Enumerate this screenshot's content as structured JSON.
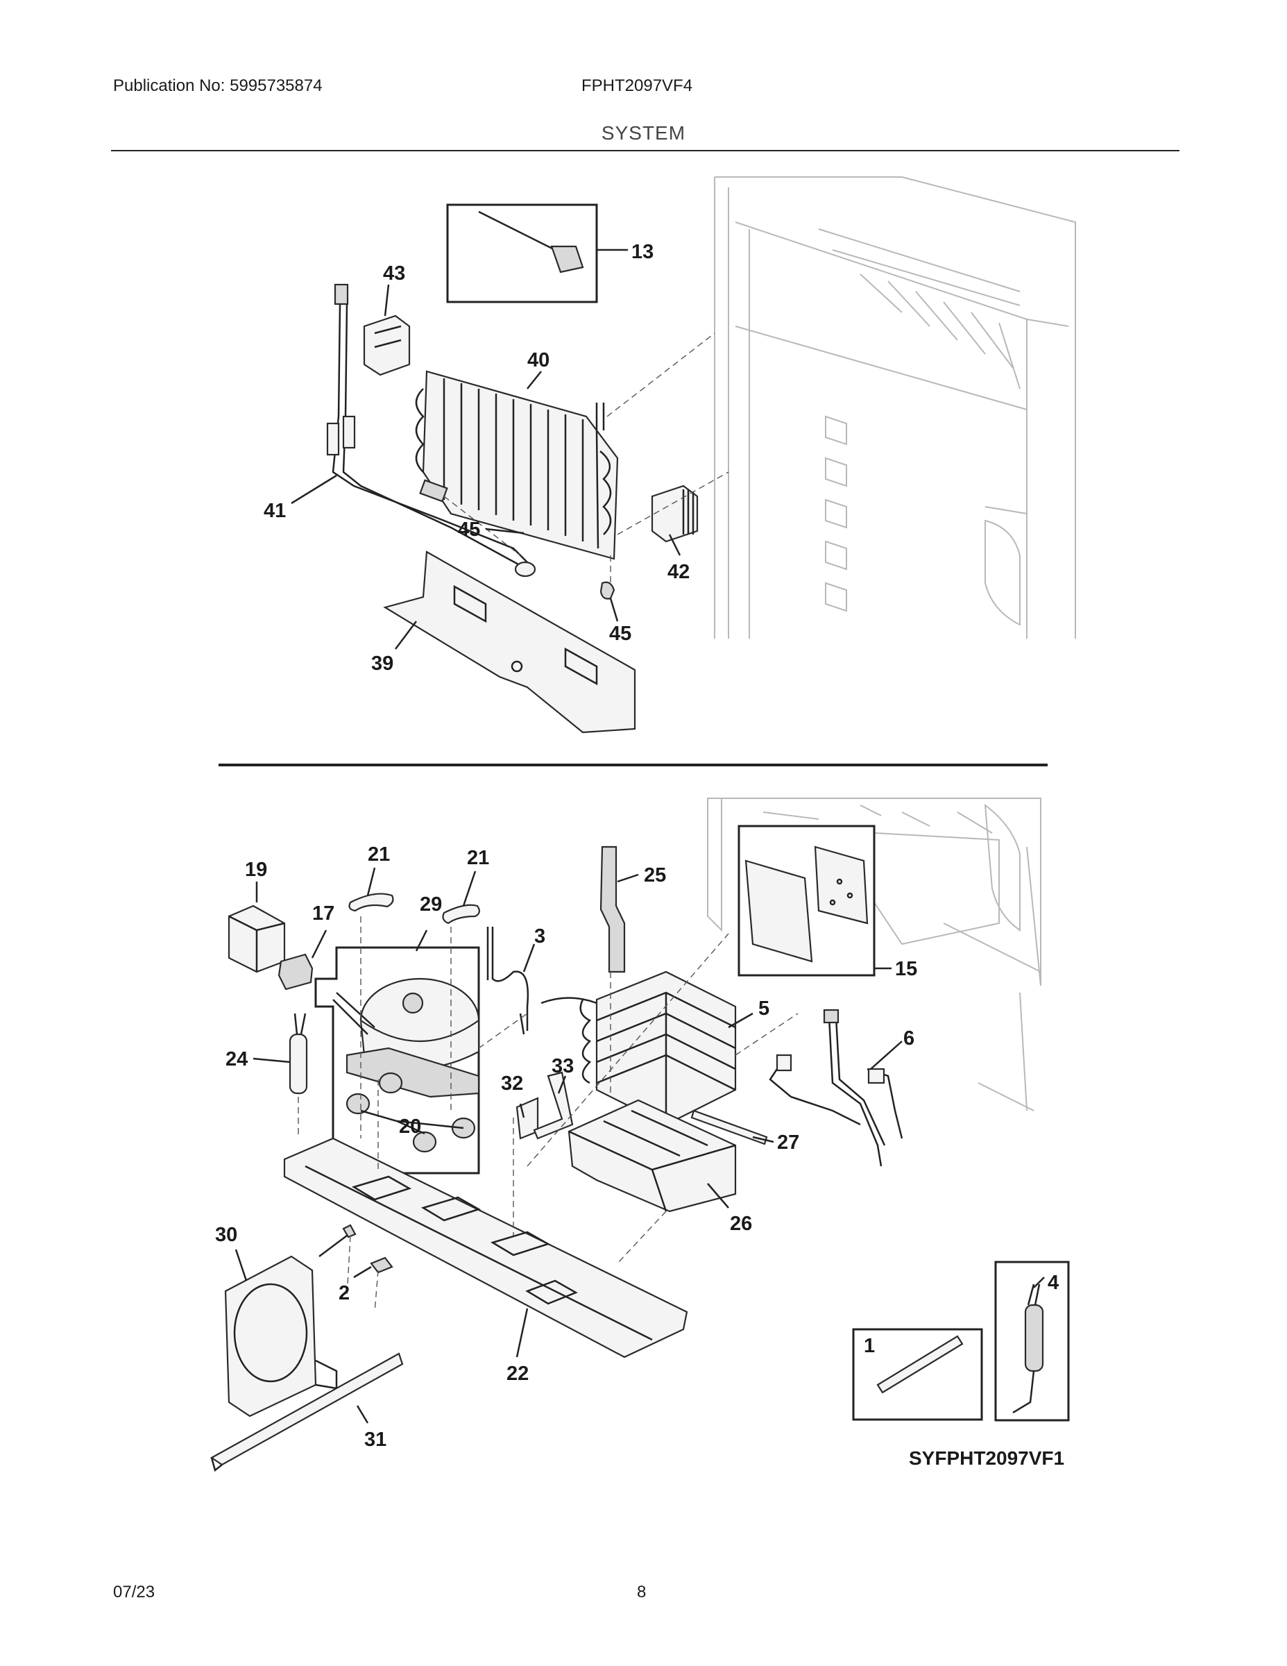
{
  "header": {
    "publication": "Publication No: 5995735874",
    "model": "FPHT2097VF4",
    "section_title": "SYSTEM"
  },
  "footer": {
    "date": "07/23",
    "page_number": "8"
  },
  "diagram_code": "SYFPHT2097VF1",
  "callouts": {
    "c13": "13",
    "c43": "43",
    "c40": "40",
    "c41": "41",
    "c45a": "45",
    "c42": "42",
    "c45b": "45",
    "c39": "39",
    "c19": "19",
    "c21a": "21",
    "c21b": "21",
    "c17": "17",
    "c29": "29",
    "c3": "3",
    "c25": "25",
    "c15": "15",
    "c5": "5",
    "c6": "6",
    "c24": "24",
    "c32": "32",
    "c33": "33",
    "c20": "20",
    "c27": "27",
    "c26": "26",
    "c30": "30",
    "c2": "2",
    "c22": "22",
    "c4": "4",
    "c1": "1",
    "c31": "31"
  }
}
